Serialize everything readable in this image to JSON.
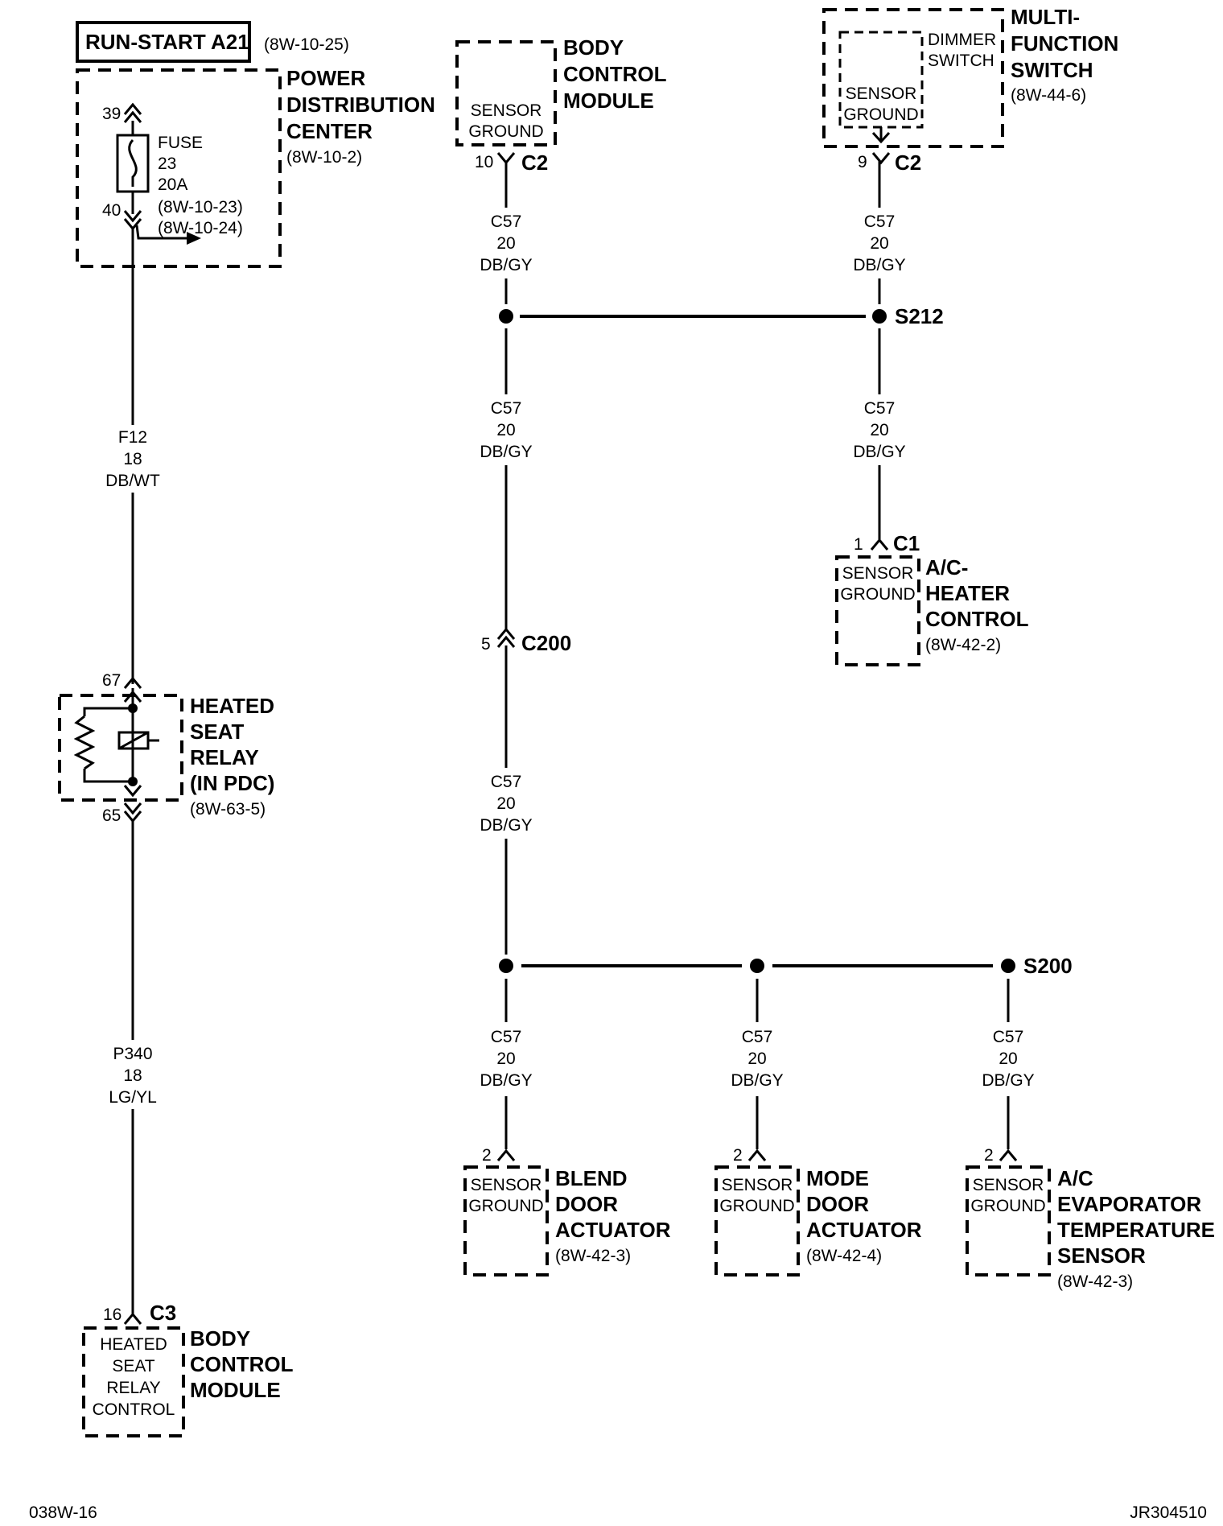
{
  "header": {
    "title": "RUN-START A21",
    "ref": "(8W-10-25)"
  },
  "pdc": {
    "name": [
      "POWER",
      "DISTRIBUTION",
      "CENTER"
    ],
    "ref": "(8W-10-2)",
    "pin_in": "39",
    "pin_out": "40",
    "fuse": [
      "FUSE",
      "23",
      "20A",
      "(8W-10-23)",
      "(8W-10-24)"
    ]
  },
  "wire_f12": [
    "F12",
    "18",
    "DB/WT"
  ],
  "relay": {
    "name": [
      "HEATED",
      "SEAT",
      "RELAY",
      "(IN PDC)"
    ],
    "ref": "(8W-63-5)",
    "pin_in": "67",
    "pin_out": "65"
  },
  "wire_p340": [
    "P340",
    "18",
    "LG/YL"
  ],
  "bcm_c3": {
    "pin": "16",
    "connector": "C3",
    "inner": [
      "HEATED",
      "SEAT",
      "RELAY",
      "CONTROL"
    ],
    "name": [
      "BODY",
      "CONTROL",
      "MODULE"
    ]
  },
  "bcm_top": {
    "inner": [
      "SENSOR",
      "GROUND"
    ],
    "name": [
      "BODY",
      "CONTROL",
      "MODULE"
    ],
    "pin": "10",
    "connector": "C2"
  },
  "mfs": {
    "name": [
      "MULTI-",
      "FUNCTION",
      "SWITCH"
    ],
    "ref": "(8W-44-6)",
    "dimmer": [
      "DIMMER",
      "SWITCH"
    ],
    "inner": [
      "SENSOR",
      "GROUND"
    ],
    "pin": "9",
    "connector": "C2"
  },
  "wire_c57": [
    "C57",
    "20",
    "DB/GY"
  ],
  "splices": {
    "s212": "S212",
    "s200": "S200"
  },
  "ac_heater": {
    "pin": "1",
    "connector": "C1",
    "inner": [
      "SENSOR",
      "GROUND"
    ],
    "name": [
      "A/C-",
      "HEATER",
      "CONTROL"
    ],
    "ref": "(8W-42-2)"
  },
  "c200": {
    "pin": "5",
    "connector": "C200"
  },
  "blend": {
    "pin": "2",
    "inner": [
      "SENSOR",
      "GROUND"
    ],
    "name": [
      "BLEND",
      "DOOR",
      "ACTUATOR"
    ],
    "ref": "(8W-42-3)"
  },
  "mode": {
    "pin": "2",
    "inner": [
      "SENSOR",
      "GROUND"
    ],
    "name": [
      "MODE",
      "DOOR",
      "ACTUATOR"
    ],
    "ref": "(8W-42-4)"
  },
  "evap": {
    "pin": "2",
    "inner": [
      "SENSOR",
      "GROUND"
    ],
    "name": [
      "A/C",
      "EVAPORATOR",
      "TEMPERATURE",
      "SENSOR"
    ],
    "ref": "(8W-42-3)"
  },
  "footer": {
    "left": "038W-16",
    "right": "JR304510"
  }
}
